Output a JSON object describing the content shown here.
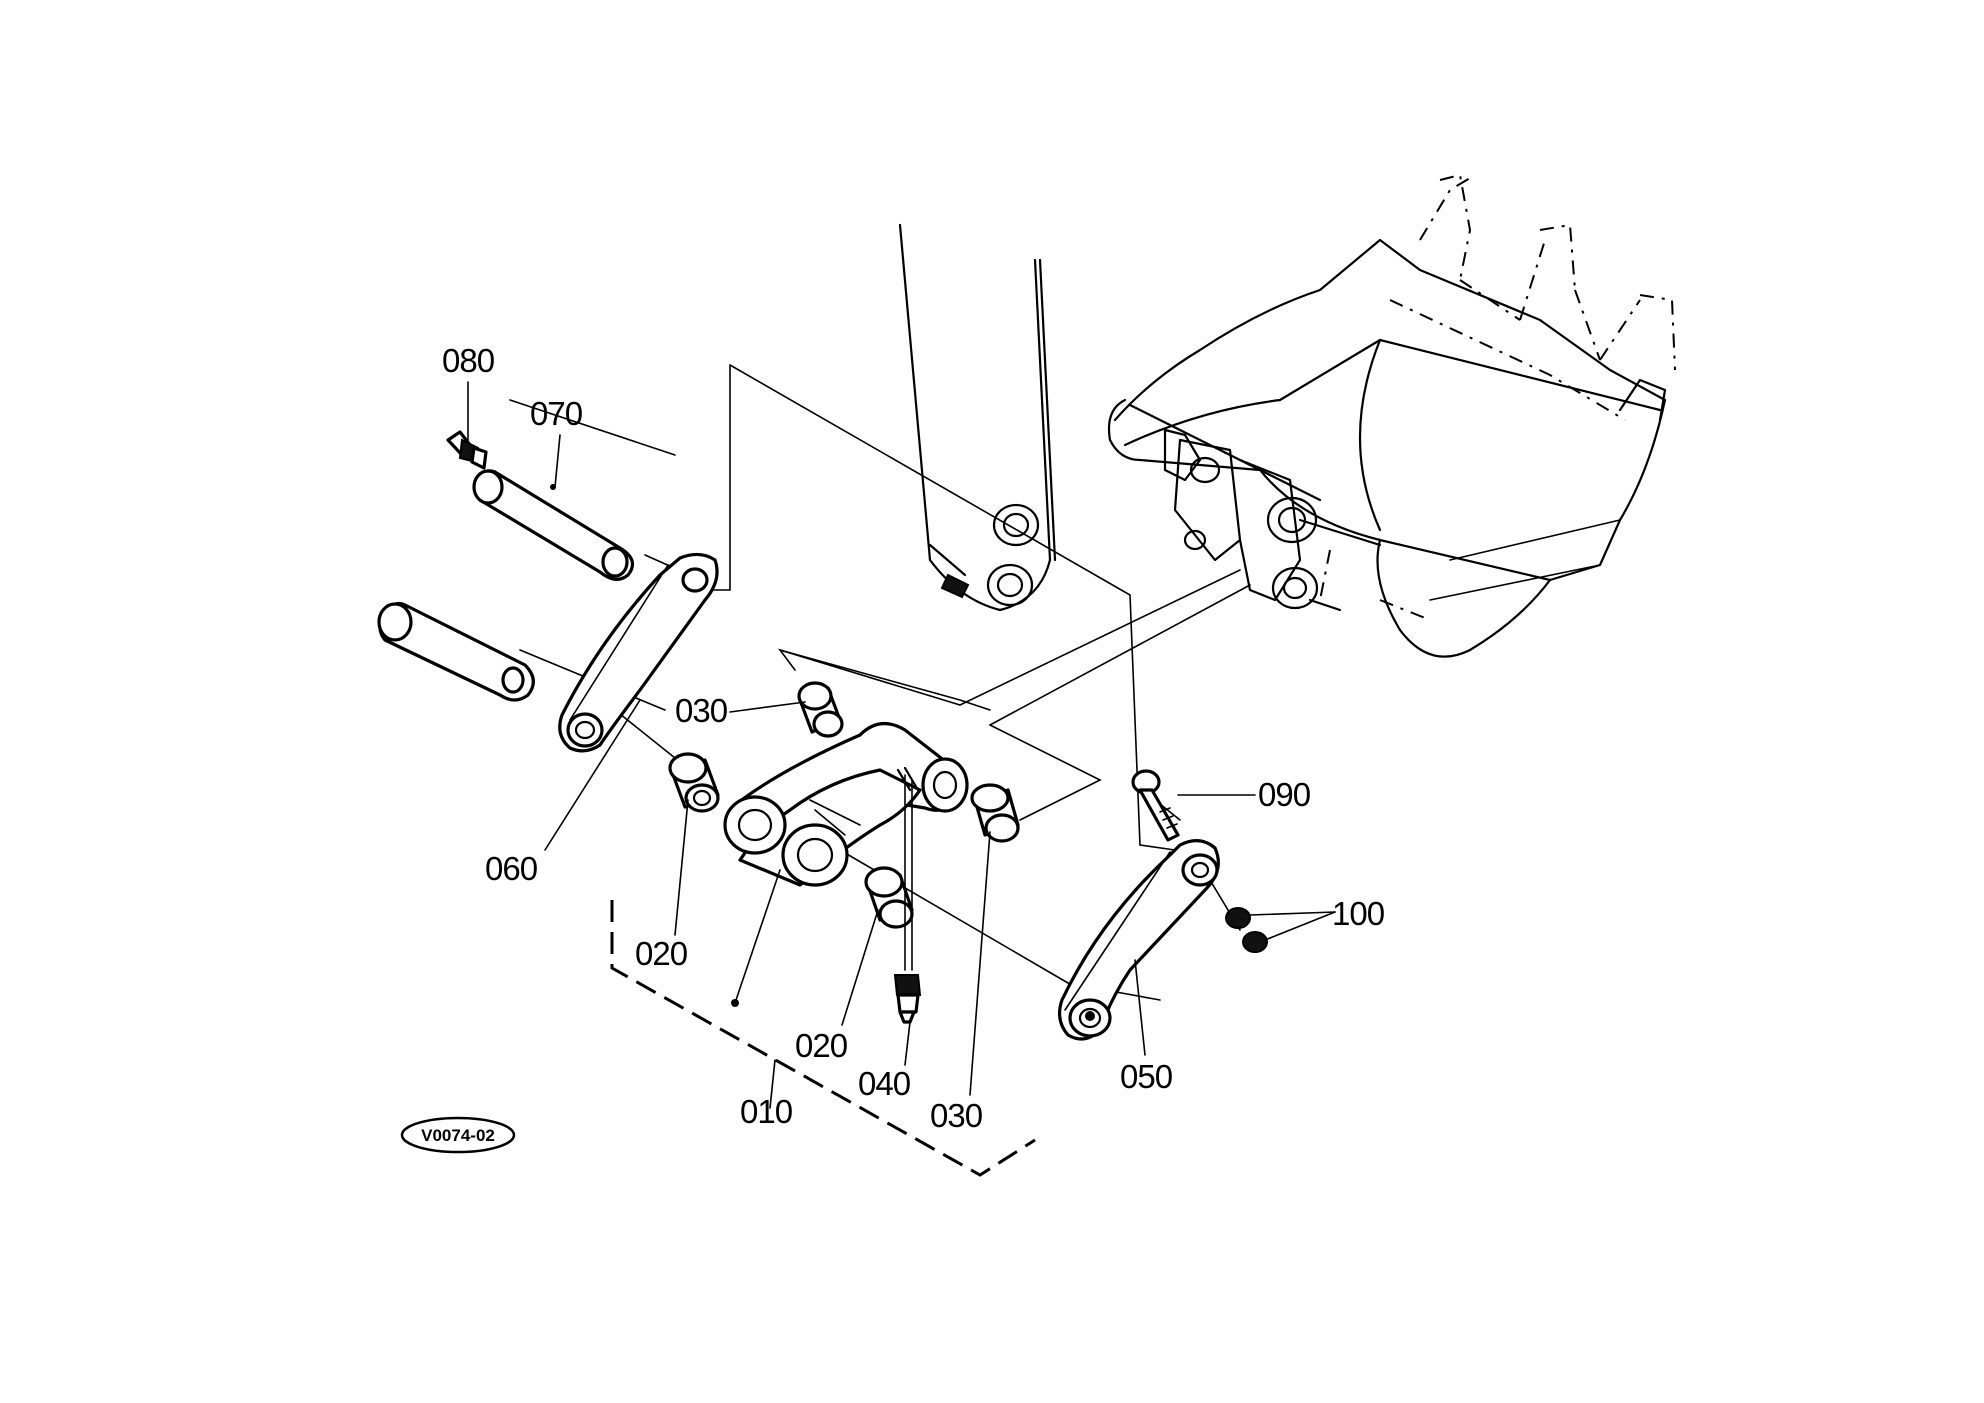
{
  "callouts": [
    {
      "id": "c080",
      "text": "080"
    },
    {
      "id": "c070",
      "text": "070"
    },
    {
      "id": "c030a",
      "text": "030"
    },
    {
      "id": "c060",
      "text": "060"
    },
    {
      "id": "c020a",
      "text": "020"
    },
    {
      "id": "c020b",
      "text": "020"
    },
    {
      "id": "c040",
      "text": "040"
    },
    {
      "id": "c030b",
      "text": "030"
    },
    {
      "id": "c010",
      "text": "010"
    },
    {
      "id": "c090",
      "text": "090"
    },
    {
      "id": "c100",
      "text": "100"
    },
    {
      "id": "c050",
      "text": "050"
    }
  ],
  "drawing_code": "V0074-02"
}
